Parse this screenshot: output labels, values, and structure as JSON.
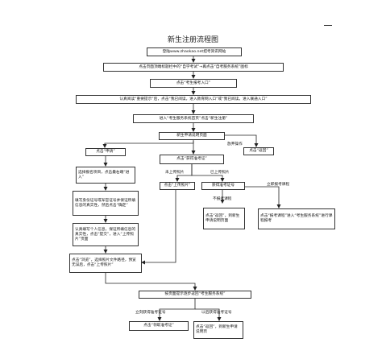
{
  "title": "新生注册流程图",
  "nodes": {
    "n1": "登陆www.zhaokao.net招考资讯网站",
    "n2": "点击页面顶端标题栏中的“自学考试”→再点击“自考服务系统”图标",
    "n3": "点击“考生报考入口”",
    "n4": "认真阅读“重要提示”后，点击“我已阅读，进入教育网入口”或“我已阅读，进入联通入口”",
    "n5": "进入“考生服务系统首页”点击“新生注册”",
    "n6": "新生申请说明页面",
    "n7": "点击“申请”",
    "n8": "点击“获得准考证”",
    "n9": "点击“返回”",
    "n10": "选择报名项目，点击最右端“进入”",
    "n11": "填写身份证号或军官证号并保证所填信息的真实性，然后点击“确定”",
    "n12": "认真填写个人信息，保证所填信息的真实性，点击“提交”，进入“上传照片”页面",
    "n13": "点击“浏览”，选择照片文件路径，预览无误后，点击“上传照片”",
    "n14": "点击“上传照片”",
    "n15": "获得准考证号",
    "n16": "点击“返回”，到新生申请说明页面",
    "n17": "点击“报考课程”进入“考生服务系统”进行课程报考",
    "n18": "按页面提示逐步返回“考生服务系统”",
    "n19": "点击“领取准考证”",
    "n20": "点击“返回”，到新生申请说明页"
  },
  "edge_labels": {
    "give_up": "放弃操作",
    "not_uploaded": "未上传照片",
    "uploaded": "已上传照片",
    "not_register_now": "不报考课程",
    "register_now": "立即报考课程",
    "get_now": "立刻获得准考证号",
    "get_later": "以后获得准考证号"
  }
}
